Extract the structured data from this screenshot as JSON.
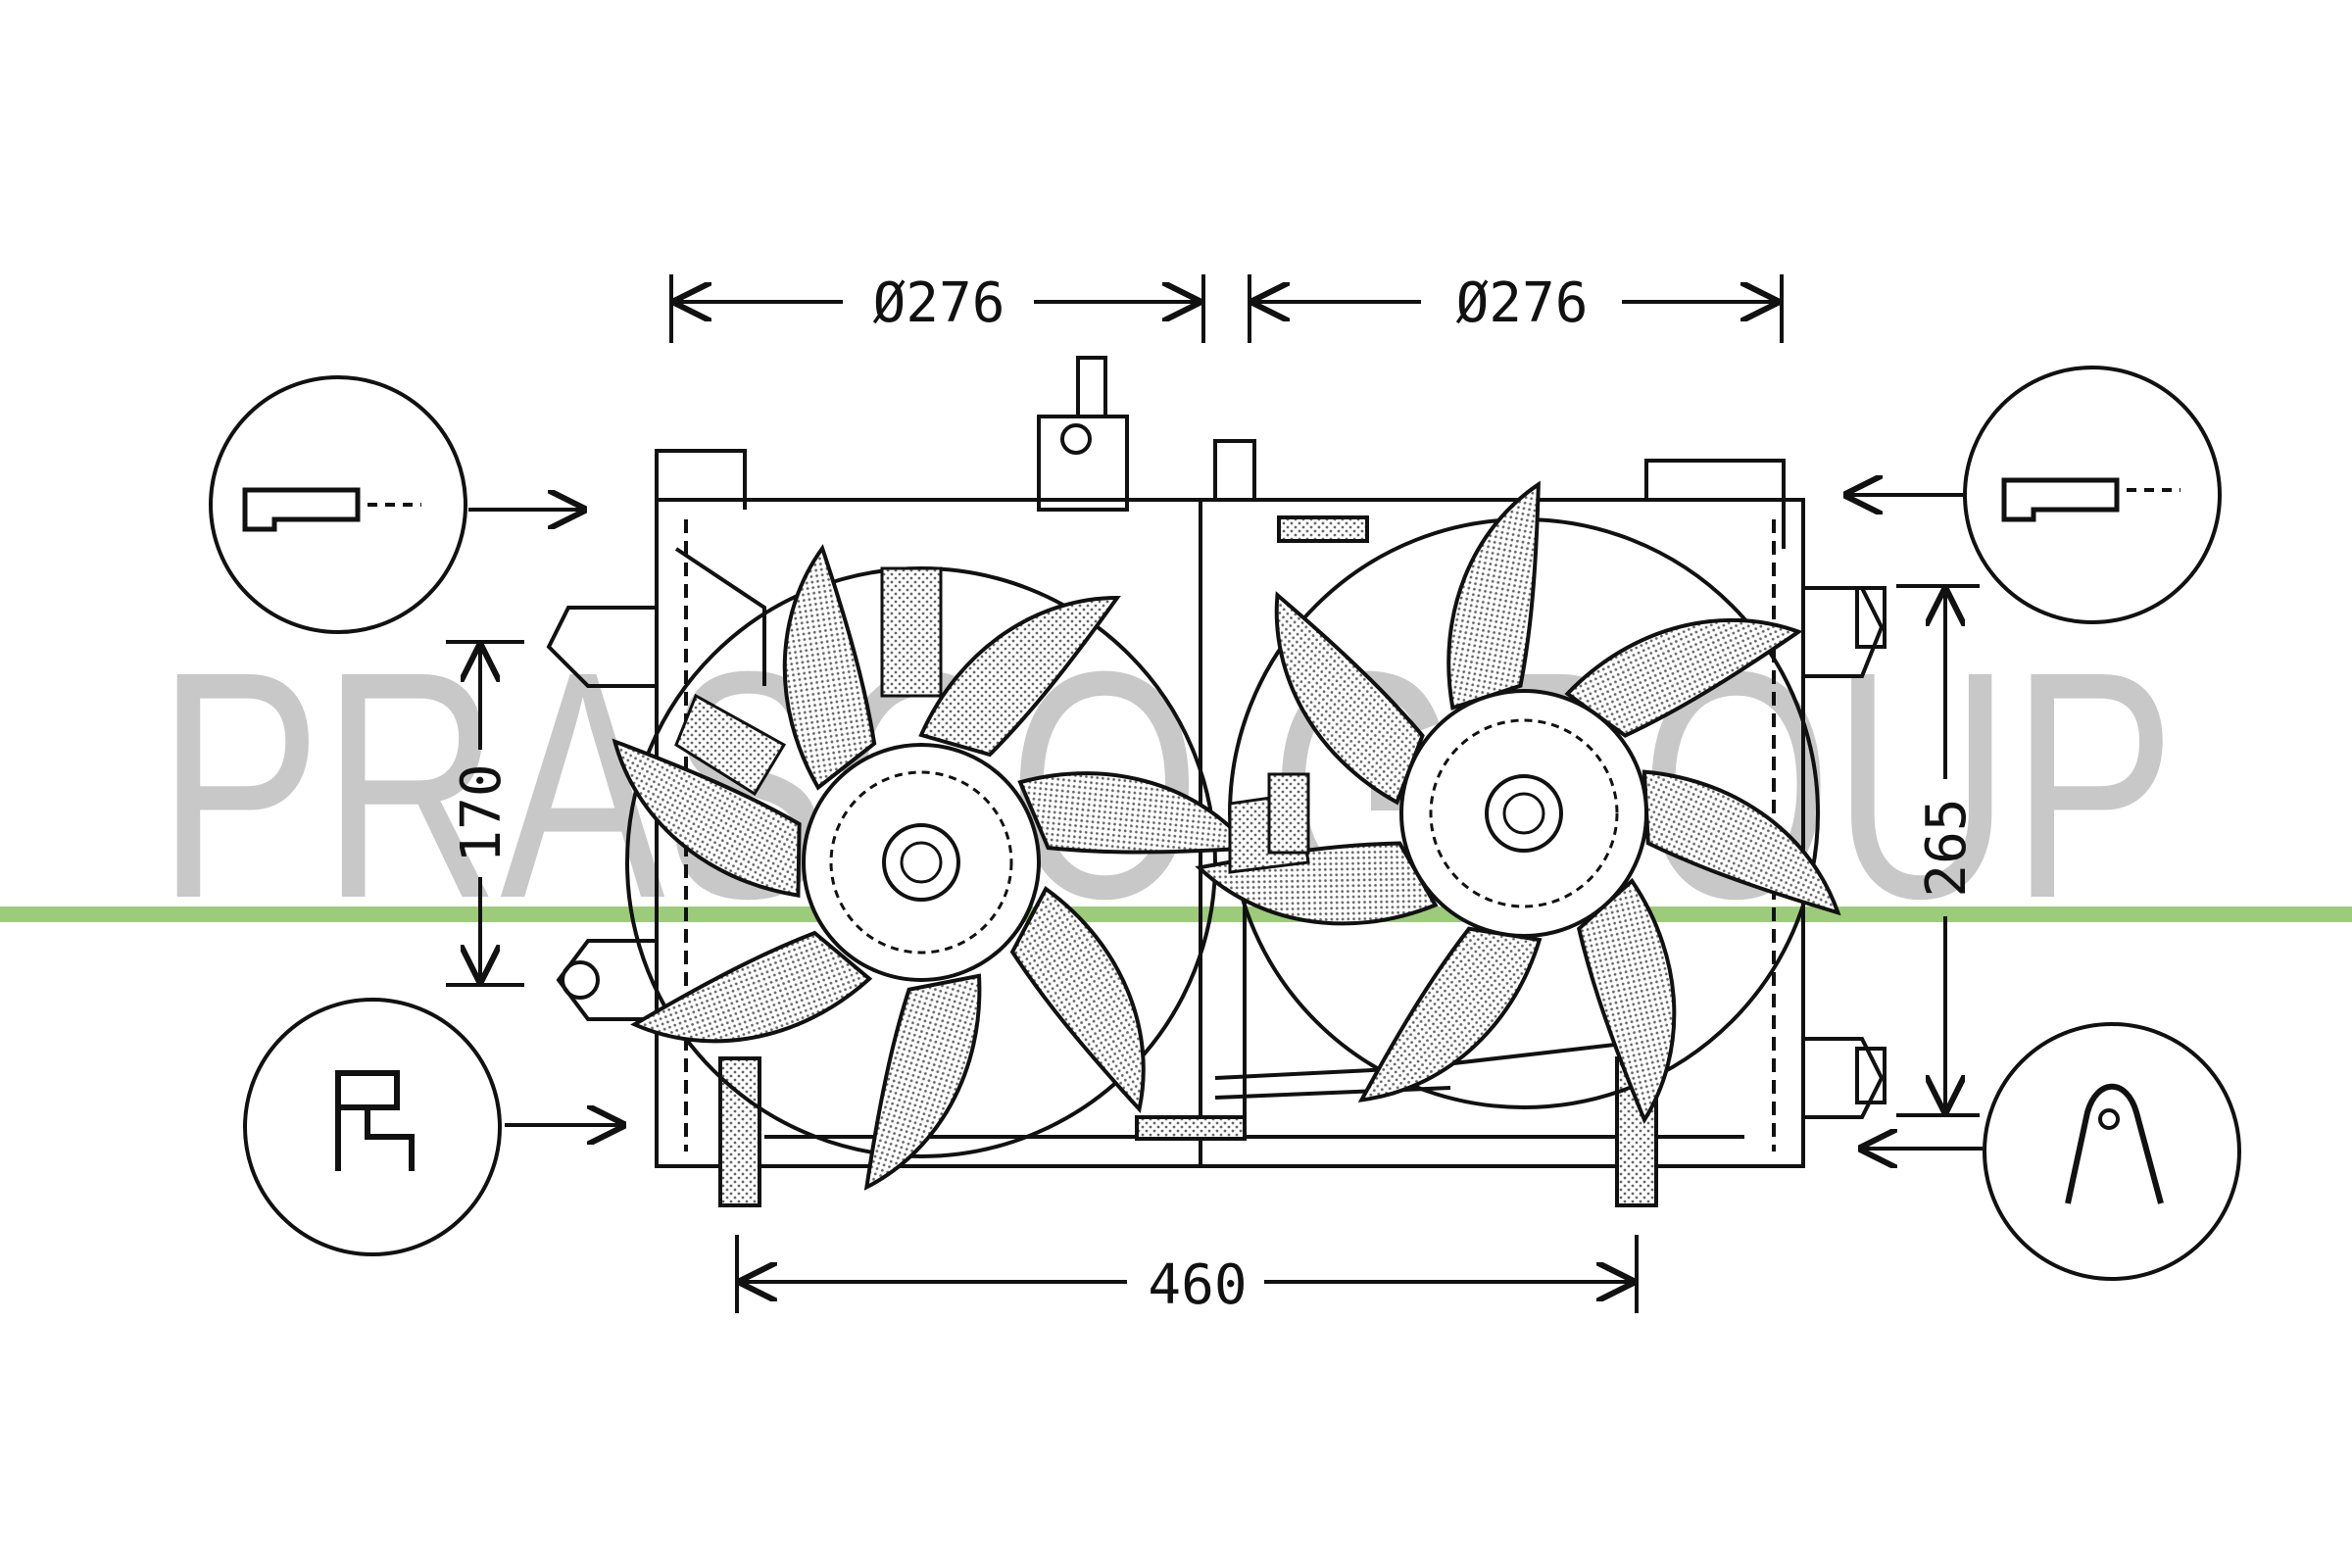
{
  "watermark": {
    "text": "PRASCO GROUP",
    "color": "#c8c8c8",
    "band_color": "#9ccc7a"
  },
  "dimensions": {
    "left_fan_diameter": "Ø276",
    "right_fan_diameter": "Ø276",
    "mount_spacing_width": "460",
    "left_mount_height": "170",
    "right_mount_height": "265"
  },
  "callouts": [
    {
      "name": "connector-top-left",
      "icon": "hook-connector-icon"
    },
    {
      "name": "connector-top-right",
      "icon": "hook-connector-icon"
    },
    {
      "name": "connector-bottom-left",
      "icon": "bracket-plug-icon"
    },
    {
      "name": "connector-bottom-right",
      "icon": "mounting-lug-icon"
    }
  ],
  "colors": {
    "line": "#111111",
    "fill": "#ffffff",
    "hatch": "#8a8a8a"
  }
}
